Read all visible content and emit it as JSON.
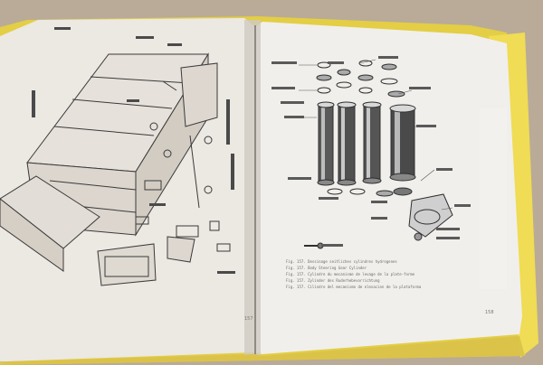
{
  "photo": {
    "subject": "open technical manual with exploded parts diagrams"
  },
  "left_page": {
    "page_number": "157"
  },
  "right_page": {
    "page_number": "158",
    "captions": [
      "Fig. 157. Dessinage seitliches cylindres hydrogenes",
      "Fig. 157. Body Steering Gear Cylinder",
      "Fig. 157. Cylindre du mecanisme de levage de la plate-forme",
      "Fig. 157. Zylinder des Ruderhebevorrichtung",
      "Fig. 157. Cilindro del mecanismo de elevacion de la plataforma"
    ]
  },
  "colors": {
    "background": "#b9ab97",
    "page": "#f1efeb",
    "ink": "#3a3a3a",
    "cover_yellow": "#e9d44a"
  }
}
